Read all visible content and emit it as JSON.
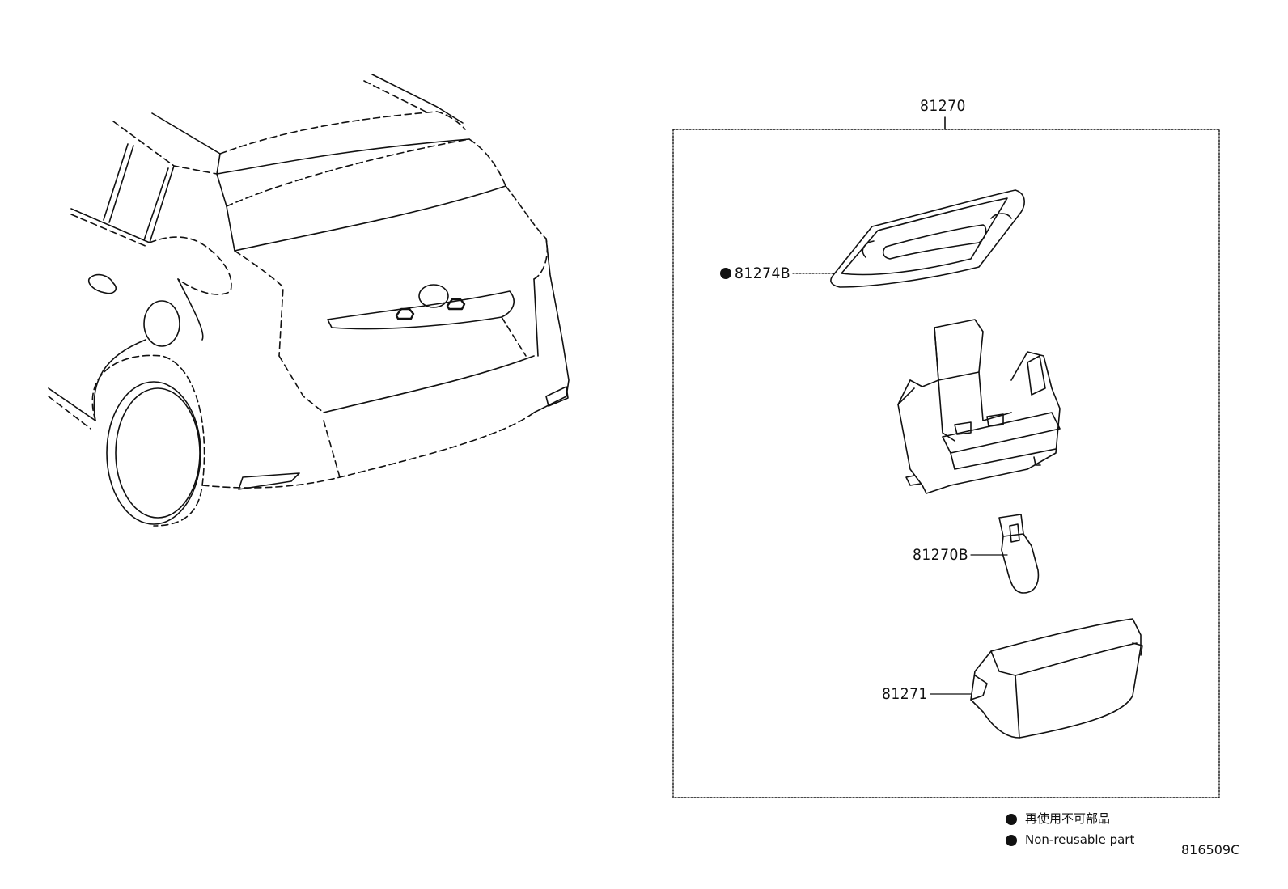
{
  "assembly": {
    "part_number": "81270"
  },
  "parts": [
    {
      "id": "gasket",
      "part_number": "81274B",
      "non_reusable": true
    },
    {
      "id": "bulb",
      "part_number": "81270B",
      "non_reusable": false
    },
    {
      "id": "lens",
      "part_number": "81271",
      "non_reusable": false
    }
  ],
  "legend": {
    "japanese": "再使用不可部品",
    "english": "Non-reusable part"
  },
  "illustration_id": "816509C"
}
